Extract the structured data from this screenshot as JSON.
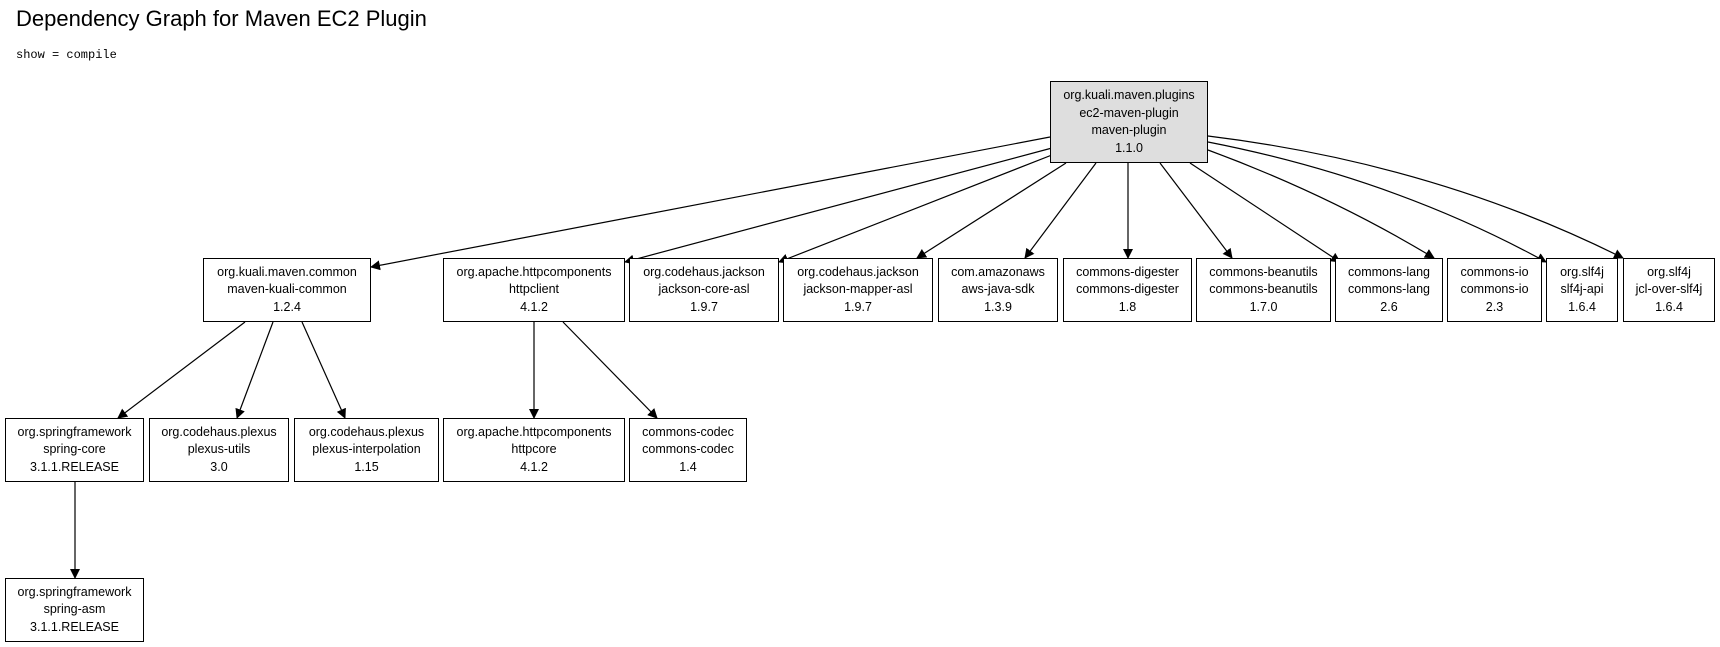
{
  "title": "Dependency Graph for Maven EC2 Plugin",
  "subtitle": "show = compile",
  "nodes": {
    "root": {
      "group": "org.kuali.maven.plugins",
      "artifact": "ec2-maven-plugin",
      "type": "maven-plugin",
      "version": "1.1.0"
    },
    "kuali_common": {
      "group": "org.kuali.maven.common",
      "artifact": "maven-kuali-common",
      "version": "1.2.4"
    },
    "httpclient": {
      "group": "org.apache.httpcomponents",
      "artifact": "httpclient",
      "version": "4.1.2"
    },
    "jackson_core": {
      "group": "org.codehaus.jackson",
      "artifact": "jackson-core-asl",
      "version": "1.9.7"
    },
    "jackson_mapper": {
      "group": "org.codehaus.jackson",
      "artifact": "jackson-mapper-asl",
      "version": "1.9.7"
    },
    "aws_sdk": {
      "group": "com.amazonaws",
      "artifact": "aws-java-sdk",
      "version": "1.3.9"
    },
    "digester": {
      "group": "commons-digester",
      "artifact": "commons-digester",
      "version": "1.8"
    },
    "beanutils": {
      "group": "commons-beanutils",
      "artifact": "commons-beanutils",
      "version": "1.7.0"
    },
    "lang": {
      "group": "commons-lang",
      "artifact": "commons-lang",
      "version": "2.6"
    },
    "io": {
      "group": "commons-io",
      "artifact": "commons-io",
      "version": "2.3"
    },
    "slf4j_api": {
      "group": "org.slf4j",
      "artifact": "slf4j-api",
      "version": "1.6.4"
    },
    "jcl_slf4j": {
      "group": "org.slf4j",
      "artifact": "jcl-over-slf4j",
      "version": "1.6.4"
    },
    "spring_core": {
      "group": "org.springframework",
      "artifact": "spring-core",
      "version": "3.1.1.RELEASE"
    },
    "plexus_utils": {
      "group": "org.codehaus.plexus",
      "artifact": "plexus-utils",
      "version": "3.0"
    },
    "plexus_interp": {
      "group": "org.codehaus.plexus",
      "artifact": "plexus-interpolation",
      "version": "1.15"
    },
    "httpcore": {
      "group": "org.apache.httpcomponents",
      "artifact": "httpcore",
      "version": "4.1.2"
    },
    "codec": {
      "group": "commons-codec",
      "artifact": "commons-codec",
      "version": "1.4"
    },
    "spring_asm": {
      "group": "org.springframework",
      "artifact": "spring-asm",
      "version": "3.1.1.RELEASE"
    }
  },
  "edges": [
    [
      "root",
      "kuali_common"
    ],
    [
      "root",
      "httpclient"
    ],
    [
      "root",
      "jackson_core"
    ],
    [
      "root",
      "jackson_mapper"
    ],
    [
      "root",
      "aws_sdk"
    ],
    [
      "root",
      "digester"
    ],
    [
      "root",
      "beanutils"
    ],
    [
      "root",
      "lang"
    ],
    [
      "root",
      "io"
    ],
    [
      "root",
      "slf4j_api"
    ],
    [
      "root",
      "jcl_slf4j"
    ],
    [
      "kuali_common",
      "spring_core"
    ],
    [
      "kuali_common",
      "plexus_utils"
    ],
    [
      "kuali_common",
      "plexus_interp"
    ],
    [
      "httpclient",
      "httpcore"
    ],
    [
      "httpclient",
      "codec"
    ],
    [
      "spring_core",
      "spring_asm"
    ]
  ]
}
